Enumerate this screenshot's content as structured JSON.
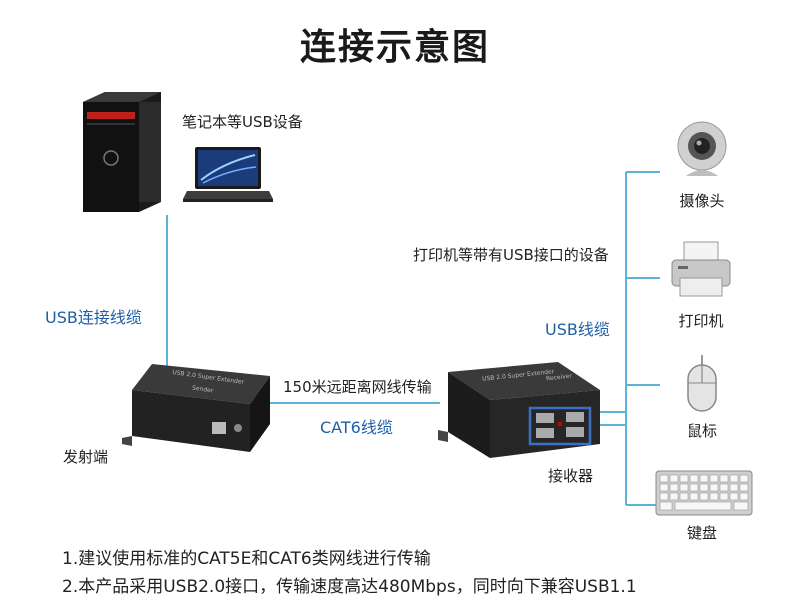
{
  "title": "连接示意图",
  "labels": {
    "laptop_usb": "笔记本等USB设备",
    "usb_cable_left": "USB连接线缆",
    "transmitter": "发射端",
    "distance": "150米远距离网线传输",
    "cat6": "CAT6线缆",
    "receiver": "接收器",
    "printer_usb": "打印机等带有USB接口的设备",
    "usb_cable_right": "USB线缆"
  },
  "devices": {
    "camera": "摄像头",
    "printer": "打印机",
    "mouse": "鼠标",
    "keyboard": "键盘"
  },
  "box_text": {
    "sender_line1": "USB 2.0 Super Extender",
    "sender_line2": "Sender",
    "receiver_line1": "USB 2.0 Super Extender",
    "receiver_line2": "Receiver"
  },
  "notes": [
    "1.建议使用标准的CAT5E和CAT6类网线进行传输",
    "2.本产品采用USB2.0接口，传输速度高达480Mbps，同时向下兼容USB1.1"
  ],
  "colors": {
    "wire": "#5ab4d8",
    "accent_blue": "#1f5fa8",
    "box_dark": "#2a2a2a"
  }
}
